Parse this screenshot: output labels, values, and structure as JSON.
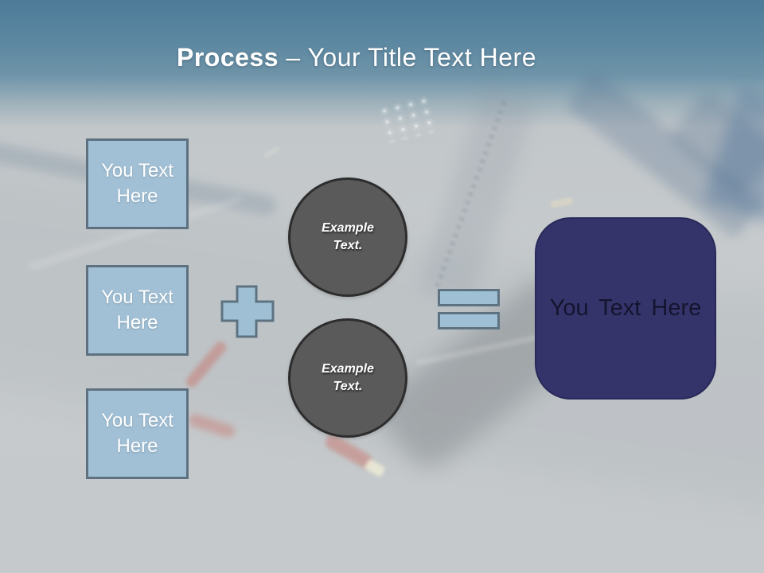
{
  "title": {
    "keyword": "Process",
    "rest": "– Your Title Text Here",
    "full": "Process – Your Title Text Here"
  },
  "diagram": {
    "input_boxes": [
      {
        "label": "You Text Here"
      },
      {
        "label": "You Text Here"
      },
      {
        "label": "You Text Here"
      }
    ],
    "plus_operator": {
      "icon": "plus-icon"
    },
    "example_circles": [
      {
        "label": "Example Text."
      },
      {
        "label": "Example Text."
      }
    ],
    "equals_operator": {
      "icon": "equals-icon"
    },
    "result_box": {
      "label": "You Text Here"
    }
  },
  "colors": {
    "header_gradient_top": "#4d7b98",
    "header_gradient_mid": "#6f94a9",
    "canvas_background": "#c6cacc",
    "title_text": "#ffffff",
    "input_box_fill": "#a2c0d5",
    "input_box_border": "#5d7181",
    "input_box_text": "#ffffff",
    "circle_fill": "#5a5a5a",
    "circle_border": "#2d2d2d",
    "circle_text": "#ffffff",
    "operator_fill": "#9fc0d4",
    "operator_border": "#5e7382",
    "result_box_fill": "#35346a",
    "result_box_border": "#29295a",
    "result_box_text": "#14142f",
    "photo_accent_red": "#cc5548",
    "photo_accent_blue": "#5b7694"
  }
}
